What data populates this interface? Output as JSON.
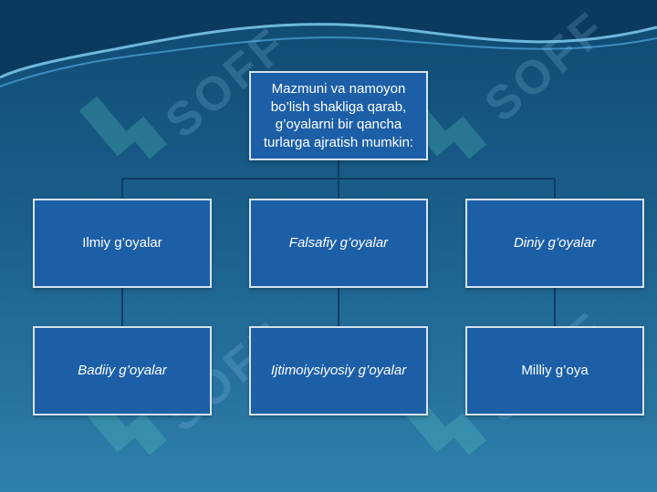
{
  "diagram": {
    "root": "Mazmuni va namoyon bo’lish shakliga qarab, g’oyalarni bir qancha turlarga ajratish mumkin:",
    "level1": [
      "Ilmiy g’oyalar",
      "Falsafiy g’oyalar",
      "Diniy g’oyalar"
    ],
    "level2": [
      "Badiiy g’oyalar",
      "Ijtimoiysiyosiy g’oyalar",
      "Milliy g’oya"
    ]
  },
  "watermark": {
    "text": "SOFF"
  },
  "colors": {
    "box_fill": "#1c5fa7",
    "box_border": "#d8e3ee",
    "connector": "#0d3d63",
    "background_top": "#0f4a72",
    "background_bottom": "#2f7fac"
  }
}
